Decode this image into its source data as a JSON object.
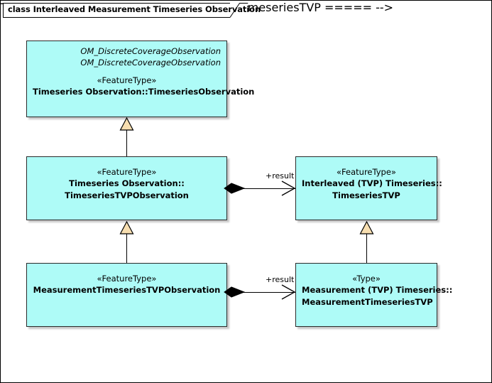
{
  "diagram": {
    "title": "class Interleaved Measurement Timeseries Observation",
    "background_color": "#ffffff",
    "border_color": "#000000",
    "class_fill_color": "#AEFBF7",
    "class_border_color": "#2a2a2a",
    "generalization_arrow_fill": "#F7DEB0",
    "composition_diamond_fill": "#000000",
    "type": "uml-class-diagram"
  },
  "classes": [
    {
      "id": "timeseries-observation",
      "supertypes": [
        "OM_DiscreteCoverageObservation",
        "OM_DiscreteCoverageObservation"
      ],
      "stereotype": "«FeatureType»",
      "name_lines": [
        "Timeseries Observation::TimeseriesObservation"
      ]
    },
    {
      "id": "timeseries-tvp-observation",
      "supertypes": [],
      "stereotype": "«FeatureType»",
      "name_lines": [
        "Timeseries Observation::",
        "TimeseriesTVPObservation"
      ]
    },
    {
      "id": "timeseries-tvp",
      "supertypes": [],
      "stereotype": "«FeatureType»",
      "name_lines": [
        "Interleaved (TVP) Timeseries::",
        "TimeseriesTVP"
      ]
    },
    {
      "id": "measurement-timeseries-tvp-observation",
      "supertypes": [],
      "stereotype": "«FeatureType»",
      "name_lines": [
        "MeasurementTimeseriesTVPObservation"
      ]
    },
    {
      "id": "measurement-timeseries-tvp",
      "supertypes": [],
      "stereotype": "«Type»",
      "name_lines": [
        "Measurement (TVP) Timeseries::",
        "MeasurementTimeseriesTVP"
      ]
    }
  ],
  "associations": [
    {
      "id": "result-upper",
      "kind": "composition",
      "label": "+result",
      "source": "timeseries-tvp-observation",
      "target": "timeseries-tvp"
    },
    {
      "id": "result-lower",
      "kind": "composition",
      "label": "+result",
      "source": "measurement-timeseries-tvp-observation",
      "target": "measurement-timeseries-tvp"
    }
  ],
  "generalizations": [
    {
      "id": "gen-left-upper",
      "source": "timeseries-tvp-observation",
      "target": "timeseries-observation"
    },
    {
      "id": "gen-left-lower",
      "source": "measurement-timeseries-tvp-observation",
      "target": "timeseries-tvp-observation"
    },
    {
      "id": "gen-right-lower",
      "source": "measurement-timeseries-tvp",
      "target": "timeseries-tvp"
    }
  ]
}
